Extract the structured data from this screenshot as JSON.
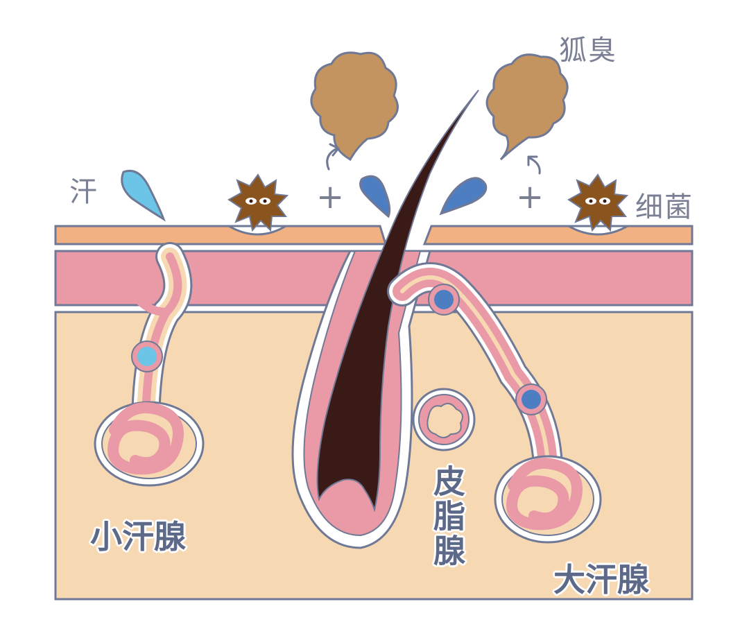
{
  "labels": {
    "sweat": "汗",
    "odor": "狐臭",
    "bacteria": "细菌",
    "eccrine_gland": "小汗腺",
    "sebaceous_gland": "皮脂腺",
    "apocrine_gland": "大汗腺",
    "plus": "+"
  },
  "colors": {
    "outline": "#6f7895",
    "epidermis": "#f2b182",
    "dermis": "#e99aa6",
    "hypodermis": "#f6d9b3",
    "hair": "#3a1a17",
    "odor_cloud": "#c39460",
    "bacteria": "#8a541f",
    "sweat_light": "#6cc5e6",
    "sweat_dark": "#4e7ec2"
  }
}
